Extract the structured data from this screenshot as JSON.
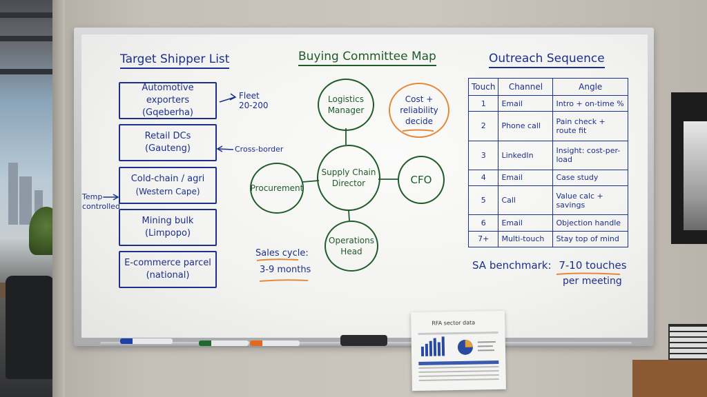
{
  "board": {
    "left_heading": "Target Shipper List",
    "center_heading": "Buying Committee Map",
    "right_heading": "Outreach Sequence"
  },
  "shippers": [
    {
      "line1": "Automotive exporters",
      "line2": "(Gqeberha)"
    },
    {
      "line1": "Retail DCs",
      "line2": "(Gauteng)"
    },
    {
      "line1": "Cold-chain / agri",
      "line2": "(Western Cape)"
    },
    {
      "line1": "Mining bulk",
      "line2": "(Limpopo)"
    },
    {
      "line1": "E-commerce parcel",
      "line2": "(national)"
    }
  ],
  "side_notes": {
    "fleet_line1": "Fleet",
    "fleet_line2": "20-200",
    "cross_border": "Cross-border",
    "temp_line1": "Temp-",
    "temp_line2": "controlled"
  },
  "committee": {
    "logistics_line1": "Logistics",
    "logistics_line2": "Manager",
    "director_line1": "Supply Chain",
    "director_line2": "Director",
    "procurement": "Procurement",
    "cfo": "CFO",
    "operations_line1": "Operations",
    "operations_line2": "Head",
    "cost_line1": "Cost +",
    "cost_line2": "reliability",
    "cost_line3": "decide"
  },
  "sales_cycle": {
    "label": "Sales cycle:",
    "value": "3-9 months"
  },
  "sequence": {
    "headers": [
      "Touch",
      "Channel",
      "Angle"
    ],
    "rows": [
      {
        "touch": "1",
        "channel": "Email",
        "angle": "Intro + on-time %"
      },
      {
        "touch": "2",
        "channel": "Phone call",
        "angle": "Pain check + route fit"
      },
      {
        "touch": "3",
        "channel": "LinkedIn",
        "angle": "Insight: cost-per-load"
      },
      {
        "touch": "4",
        "channel": "Email",
        "angle": "Case study"
      },
      {
        "touch": "5",
        "channel": "Call",
        "angle": "Value calc + savings"
      },
      {
        "touch": "6",
        "channel": "Email",
        "angle": "Objection handle"
      },
      {
        "touch": "7+",
        "channel": "Multi-touch",
        "angle": "Stay top of mind"
      }
    ]
  },
  "benchmark": {
    "label": "SA benchmark:",
    "value": "7-10 touches",
    "sub": "per meeting"
  },
  "report": {
    "title": "RFA sector data"
  },
  "colors": {
    "blue_marker": "#1c2f8a",
    "green_marker": "#1f5a2a",
    "orange_marker": "#e38a3a"
  }
}
